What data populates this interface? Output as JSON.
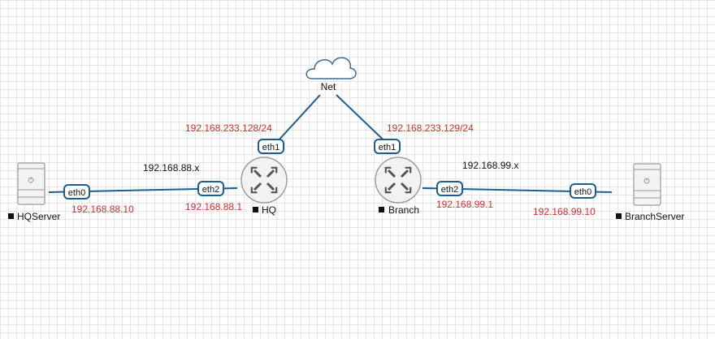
{
  "nodes": {
    "net": {
      "label": "Net",
      "icon": "cloud-icon"
    },
    "hq": {
      "label": "HQ",
      "icon": "router-icon"
    },
    "branch": {
      "label": "Branch",
      "icon": "router-icon"
    },
    "hqserver": {
      "label": "HQServer",
      "icon": "server-icon"
    },
    "branchserver": {
      "label": "BranchServer",
      "icon": "server-icon"
    }
  },
  "ports": {
    "hq_eth1": "eth1",
    "hq_eth2": "eth2",
    "branch_eth1": "eth1",
    "branch_eth2": "eth2",
    "hqserver_eth0": "eth0",
    "branchserver_eth0": "eth0"
  },
  "addresses": {
    "hq_eth1": "192.168.233.128/24",
    "branch_eth1": "192.168.233.129/24",
    "hq_eth2": "192.168.88.1",
    "hqserver_eth0": "192.168.88.10",
    "branch_eth2": "192.168.99.1",
    "branchserver_eth0": "192.168.99.10"
  },
  "subnets": {
    "hq_lan": "192.168.88.x",
    "branch_lan": "192.168.99.x"
  },
  "colors": {
    "link": "#1b5e8f",
    "ip_text": "#d32f2f",
    "grid": "#e6e6e6"
  }
}
